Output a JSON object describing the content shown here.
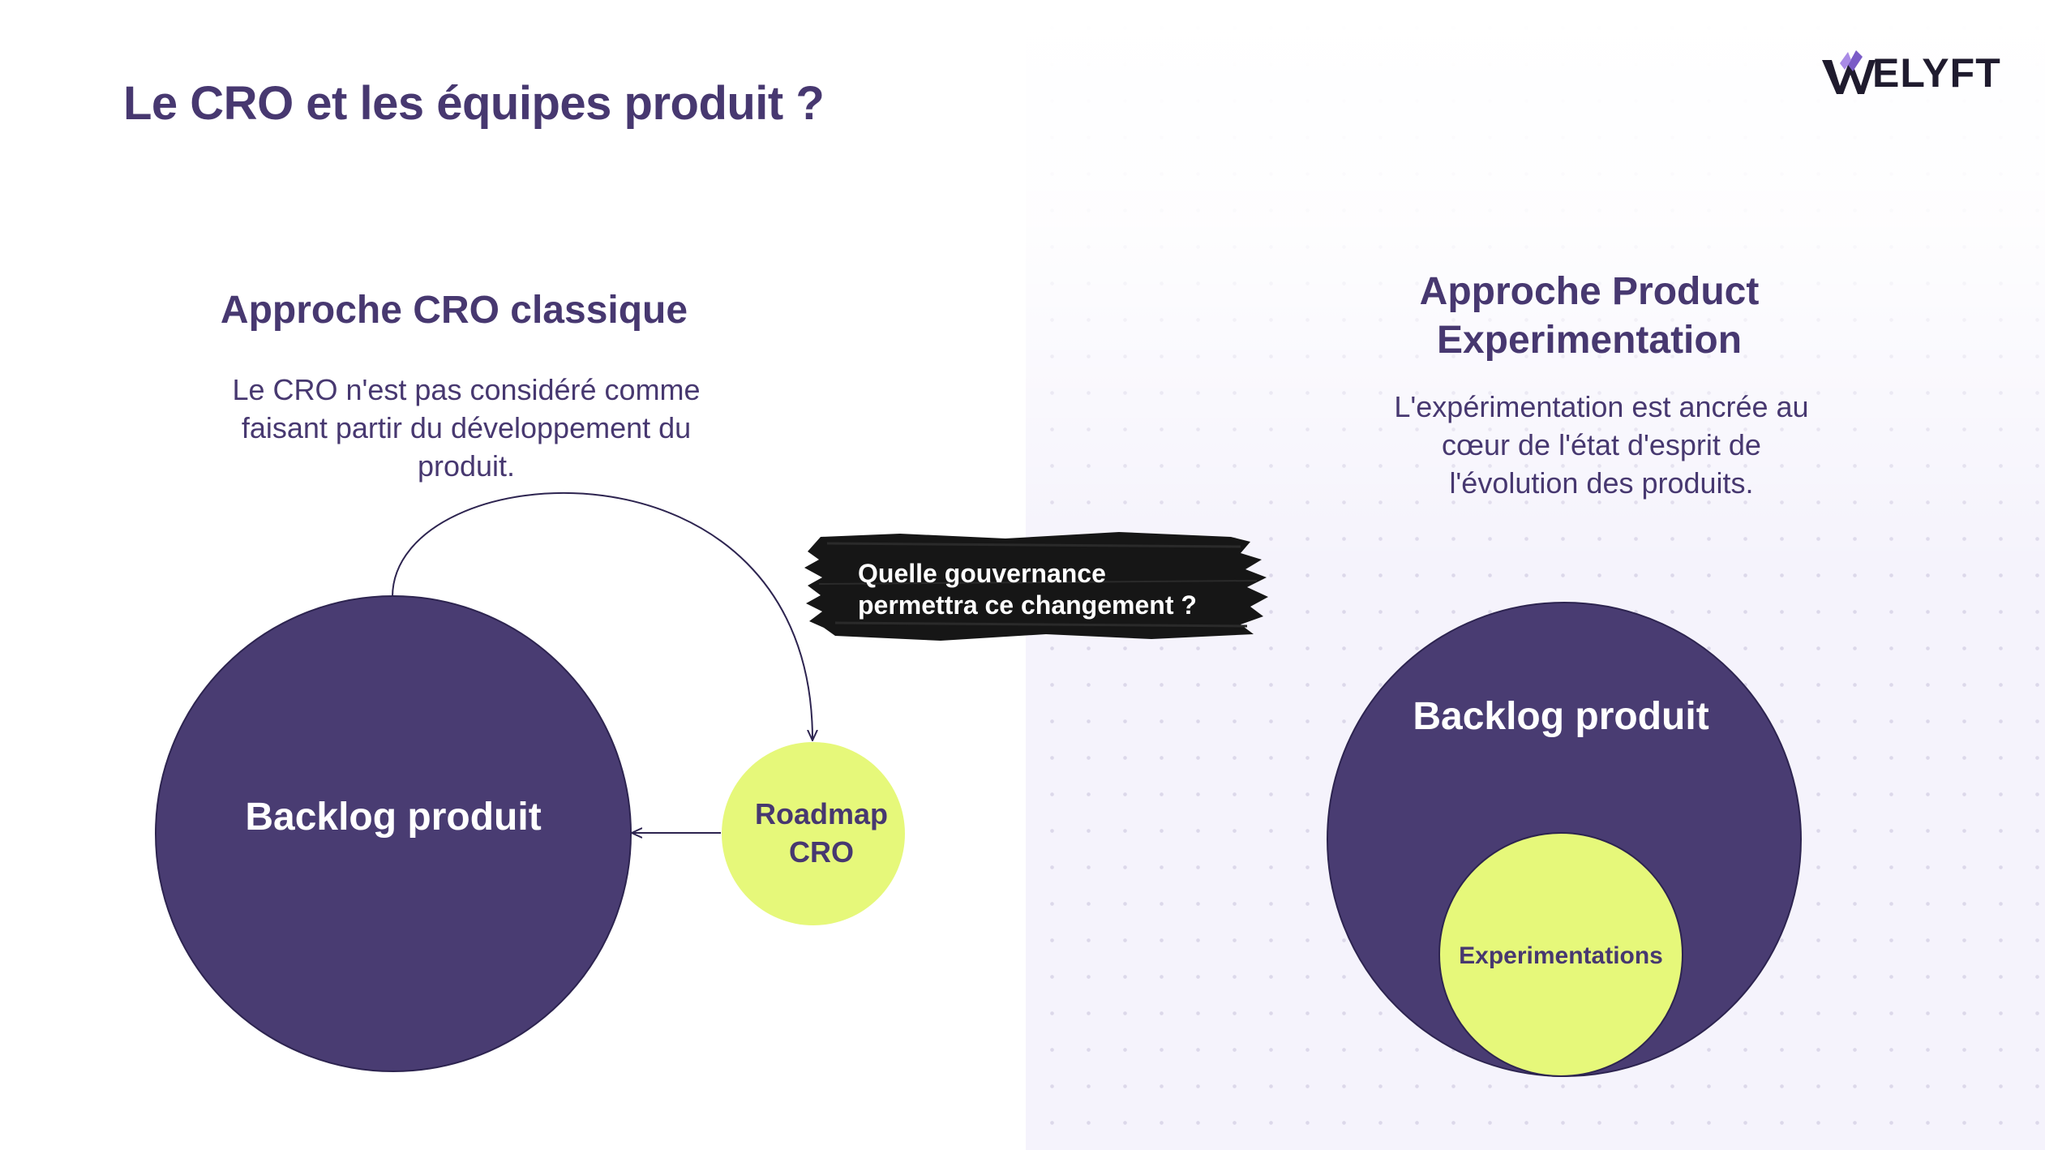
{
  "title": "Le CRO et les équipes produit ?",
  "logo": {
    "text": "ELYFT",
    "icon": "w-logo-icon"
  },
  "colors": {
    "primary": "#473870",
    "circle_dark": "#493c72",
    "accent_lime": "#e6f87a",
    "right_bg": "#f5f3fc"
  },
  "left": {
    "heading": "Approche CRO classique",
    "description": [
      "Le CRO n'est pas considéré comme",
      "faisant partir du développement du",
      "produit."
    ],
    "big_circle_label": "Backlog produit",
    "small_circle_label": [
      "Roadmap",
      "CRO"
    ]
  },
  "callout": {
    "lines": [
      "Quelle gouvernance",
      "permettra ce changement ?"
    ]
  },
  "right": {
    "heading": [
      "Approche Product",
      "Experimentation"
    ],
    "description": [
      "L'expérimentation est ancrée au",
      "cœur de l'état d'esprit de",
      "l'évolution des produits."
    ],
    "big_circle_label": "Backlog produit",
    "inner_circle_label": "Experimentations"
  }
}
